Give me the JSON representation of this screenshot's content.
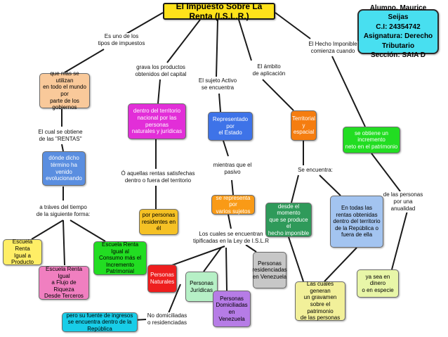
{
  "title": "El Impuesto Sobre La Renta (I.S.L.R.)",
  "student_info": {
    "name": "Alumno. Maurice Seijas",
    "id": "C.I: 24354742",
    "subject": "Asignatura: Derecho Tributario",
    "section": "Sección: SAIA D"
  },
  "nodes": {
    "mas_utilizan": "que más se utilizan\nen todo el mundo por\nparte de los gobiernos",
    "donde_dicho": "dónde dicho\ntérmino ha venido\nevolucionando",
    "escuela_producto": "Escuela Renta\nIgual a Producto",
    "escuela_flujo": "Escuela Renta Igual\na Flujo de Riqueza\nDesde Terceros",
    "escuela_consumo": "Escuela Renta Igual al\nConsumo más el\nIncremento Patrimonial",
    "dentro_territorio": "dentro del territorio\nnacional por las personas\nnaturales y jurídicas",
    "por_personas_residentes": "por personas\nresidentes en él",
    "representado_estado": "Representado por\nel Estado",
    "varios_sujetos": "se representa por\nvarios sujetos",
    "territorial": "Territorial\ny espacial",
    "desde_momento": "desde el momento\nque se produce el\nhecho imponible",
    "en_todas_rentas": "En todas las\nrentas obtenidas\ndentro del territorio\nde la  República o\nfuera de ella",
    "cuales_generan": "Las cuales generan\nun gravamen\nsobre el patrimonio\nde las personas",
    "incremento_neto": "se obtiene un incremento\nneto en el patrimonio",
    "dinero_especie": "ya sea en dinero\no en especie",
    "personas_naturales": "Personas\nNaturales",
    "personas_juridicas": "Personas\nJurídicas",
    "personas_domiciliadas": "Personas\nDomiciliadas\nen Venezuela",
    "personas_residenciadas": "Personas\nresidenciadas\nen Venezuela",
    "fuente_ingresos": "pero su fuente de ingresos\nse encuentra dentro de la República"
  },
  "labels": {
    "uno_de_los": "Es uno de los\ntipos de impuestos",
    "grava_productos": "grava los productos\nobtenidos del capital",
    "sujeto_activo": "El sujeto Activo\nse encuentra",
    "ambito": "El ámbito\nde aplicación",
    "hecho_imponible": "El Hecho Imponible\ncomienza cuando",
    "cual_obtiene": "El cual se obtiene\nde las \"RENTAS\"",
    "traves_tiempo": "a tráves del tiempo\nde la siguiente forma:",
    "aquellas_rentas": "Ó aquellas rentas satisfechas\ndentro o fuera del territorio",
    "mientras_pasivo": "mientras que el\npasivo",
    "cuales_tipificadas": "Los cuales se encuentran\ntipificadas en la Ley de I.S.L.R",
    "se_encuentra": "Se encuentra:",
    "personas_anualidad": "de las personas\npor una anualidad",
    "no_domiciliadas": "No domiciliadas\no residenciadas"
  },
  "colors": {
    "orange_light": "#f9c99a",
    "blue_medium": "#5a8ee0",
    "yellow": "#ffee66",
    "green_bright": "#22dd22",
    "pink": "#f07fc0",
    "magenta": "#e22ed8",
    "blue_dark": "#3e73e8",
    "gold": "#f5c125",
    "orange": "#f99a16",
    "orange_dark": "#f57d10",
    "green_dark": "#2f9a5a",
    "blue_light": "#a3c4f0",
    "yellow_light": "#f2f09a",
    "light_yellow_green": "#e8f6a8",
    "red": "#ee1e1e",
    "mint": "#b6f0c6",
    "lavender": "#b67ce6",
    "gray": "#c7c7c7",
    "cyan": "#18cde8",
    "student_box": "#48dff0",
    "title_box": "#ffe21a"
  }
}
